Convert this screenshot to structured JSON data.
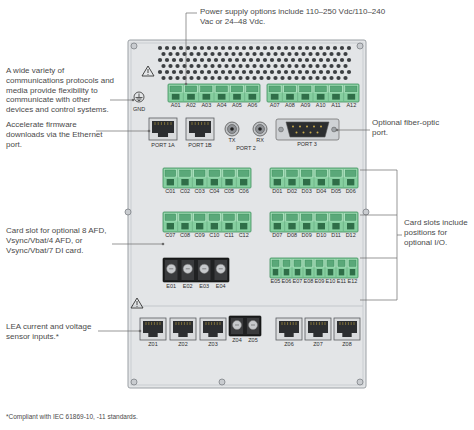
{
  "diagram": {
    "caption": "*Compliant with IEC 61869-10, -11 standards.",
    "labels": [
      "Power supply options include 110–250 Vdc/110–240 Vac or 24–48 Vdc.",
      "A wide variety of communications protocols and media provide flexibility to communicate with other devices and control systems.",
      "Accelerate firmware downloads via the Ethernet port.",
      "Optional fiber-optic port.",
      "Card slots include positions for optional I/O.",
      "Card slot for optional 8 AFD, Vsync/Vbat/4 AFD, or Vsync/Vbat/7 DI card.",
      "LEA current and voltage sensor inputs.*",
      "GND",
      "A01",
      "A02",
      "A03",
      "A04",
      "A05",
      "A06",
      "A07",
      "A08",
      "A09",
      "A10",
      "A11",
      "A12",
      "PORT 1A",
      "PORT 1B",
      "TX",
      "RX",
      "PORT 2",
      "PORT 3",
      "C01",
      "C02",
      "C03",
      "C04",
      "C05",
      "C06",
      "C07",
      "C08",
      "C09",
      "C10",
      "C11",
      "C12",
      "E01",
      "E02",
      "E03",
      "E04",
      "D01",
      "D02",
      "D03",
      "D04",
      "D05",
      "D06",
      "D07",
      "D08",
      "D09",
      "D10",
      "D11",
      "D12",
      "E05",
      "E06",
      "E07",
      "E08",
      "E09",
      "E10",
      "E11",
      "E12",
      "Z01",
      "Z02",
      "Z03",
      "Z04",
      "Z05",
      "Z06",
      "Z07",
      "Z08"
    ]
  }
}
